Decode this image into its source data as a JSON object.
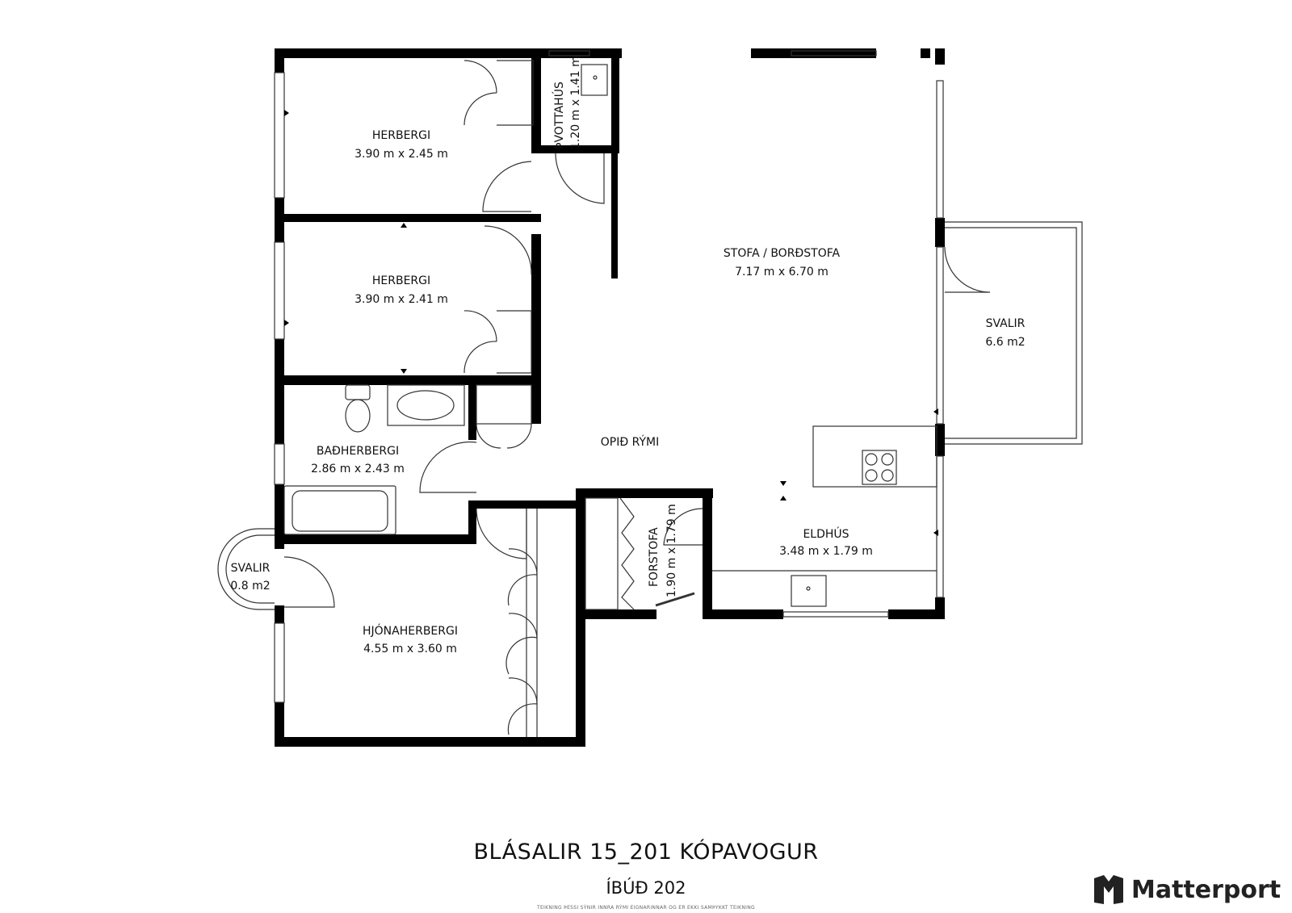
{
  "rooms": [
    {
      "id": "herbergi-1",
      "name": "HERBERGI",
      "dims": "3.90 m x 2.45 m"
    },
    {
      "id": "herbergi-2",
      "name": "HERBERGI",
      "dims": "3.90 m x 2.41 m"
    },
    {
      "id": "badherbergi",
      "name": "BAÐHERBERGI",
      "dims": "2.86 m x 2.43 m"
    },
    {
      "id": "hjonaherbergi",
      "name": "HJÓNAHERBERGI",
      "dims": "4.55 m x 3.60 m"
    },
    {
      "id": "svalir-small",
      "name": "SVALIR",
      "dims": "0.8 m2"
    },
    {
      "id": "stofa",
      "name": "STOFA / BORÐSTOFA",
      "dims": "7.17 m x 6.70 m"
    },
    {
      "id": "svalir-large",
      "name": "SVALIR",
      "dims": "6.6 m2"
    },
    {
      "id": "eldhus",
      "name": "ELDHÚS",
      "dims": "3.48 m x 1.79 m"
    },
    {
      "id": "opid-rymi",
      "name": "OPIÐ RÝMI",
      "dims": ""
    }
  ],
  "vertical_rooms": [
    {
      "id": "thvottahus",
      "name": "ÞVOTTAHÚS",
      "dims": "1.20 m x 1.41 m"
    },
    {
      "id": "forstofa",
      "name": "FORSTOFA",
      "dims": "1.90 m x 1.79 m"
    }
  ],
  "footer": {
    "title": "BLÁSALIR 15_201 KÓPAVOGUR",
    "subtitle": "ÍBÚÐ 202",
    "note": "TEIKNING ÞESSI SÝNIR INNRA RÝMI EIGNARINNAR OG ER EKKI SAMÞYKKT TEIKNING"
  },
  "brand": {
    "name": "Matterport",
    "icon": "matterport-logo-icon"
  },
  "colors": {
    "wall": "#000000",
    "line": "#333333",
    "background": "#ffffff"
  }
}
